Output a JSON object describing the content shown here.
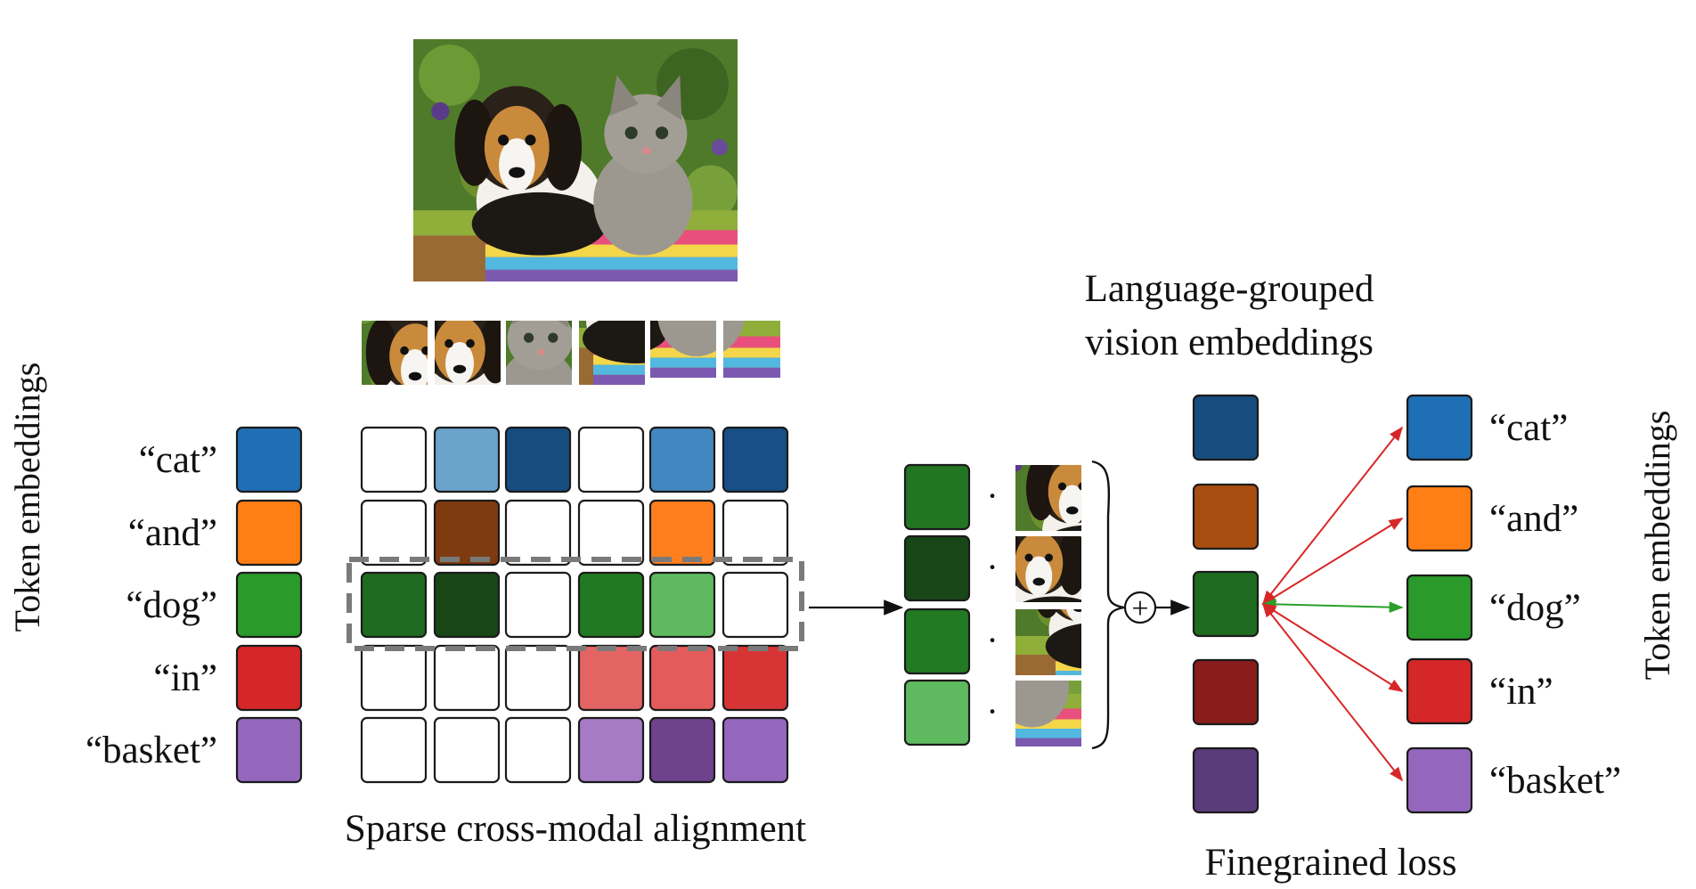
{
  "title_region": {
    "language_grouped_line1": "Language-grouped",
    "language_grouped_line2": "vision embeddings"
  },
  "left": {
    "axis_label": "Token embeddings",
    "tokens": [
      "“cat”",
      "“and”",
      "“dog”",
      "“in”",
      "“basket”"
    ],
    "token_colors": [
      "#1f6fb4",
      "#ff7f14",
      "#2a9a2a",
      "#d62728",
      "#9467bd"
    ],
    "caption": "Sparse cross-modal alignment"
  },
  "alignment_matrix": {
    "colors": [
      [
        "#ffffff",
        "#6aa3cc",
        "#174c7e",
        "#ffffff",
        "#4287c0",
        "#174f86"
      ],
      [
        "#ffffff",
        "#7f3b10",
        "#ffffff",
        "#ffffff",
        "#ff7f1f",
        "#ffffff"
      ],
      [
        "#1f6b1f",
        "#174717",
        "#ffffff",
        "#217a21",
        "#5fba5f",
        "#ffffff"
      ],
      [
        "#ffffff",
        "#ffffff",
        "#ffffff",
        "#e46464",
        "#e45b5b",
        "#d73535"
      ],
      [
        "#ffffff",
        "#ffffff",
        "#ffffff",
        "#a67ac4",
        "#6e428c",
        "#9467bd"
      ]
    ],
    "highlighted_row": 2
  },
  "grouping": {
    "weights": [
      "#227522",
      "#174717",
      "#227a22",
      "#5fba5f"
    ],
    "dot": "·",
    "plus_symbol": "+"
  },
  "right": {
    "vision_embeddings": [
      "#174c7e",
      "#a84e10",
      "#1f6b1f",
      "#8a1c1c",
      "#5a3c7a"
    ],
    "tokens": [
      "“cat”",
      "“and”",
      "“dog”",
      "“in”",
      "“basket”"
    ],
    "token_colors": [
      "#1f6fb4",
      "#ff7f14",
      "#2a9a2a",
      "#d62728",
      "#9467bd"
    ],
    "axis_label": "Token embeddings",
    "caption": "Finegrained loss",
    "arrow_colors": {
      "positive": "#2aa02a",
      "negative": "#d62728"
    }
  }
}
